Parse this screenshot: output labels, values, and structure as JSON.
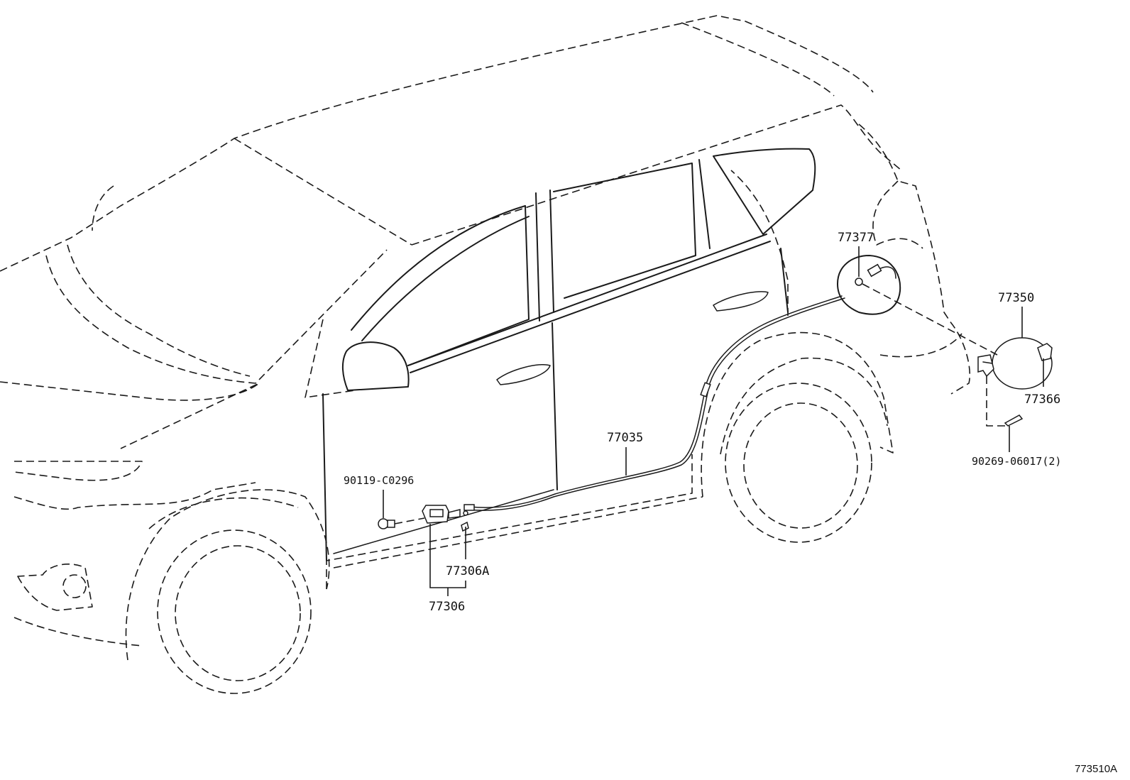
{
  "diagram": {
    "callouts": [
      {
        "id": "77377",
        "text": "77377"
      },
      {
        "id": "77350",
        "text": "77350"
      },
      {
        "id": "77366",
        "text": "77366"
      },
      {
        "id": "90269-06017",
        "text": "90269-06017(2)"
      },
      {
        "id": "77035",
        "text": "77035"
      },
      {
        "id": "90119-C0296",
        "text": "90119-C0296"
      },
      {
        "id": "77306A",
        "text": "77306A"
      },
      {
        "id": "77306",
        "text": "77306"
      }
    ],
    "figure_code": "773510A"
  }
}
